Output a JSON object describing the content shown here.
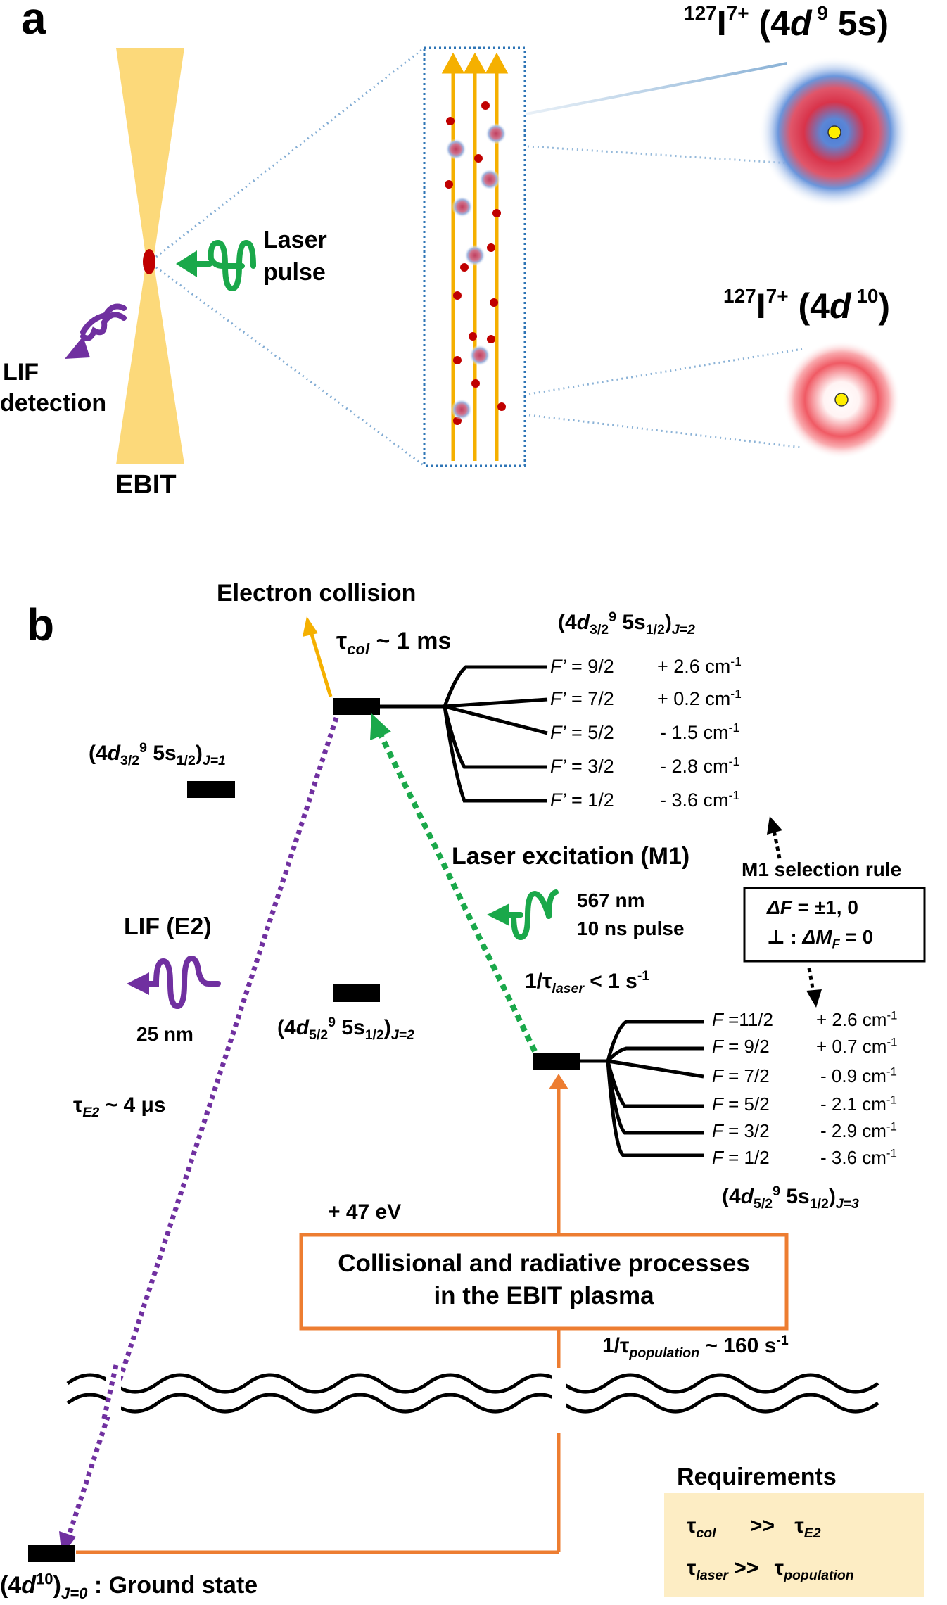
{
  "panel_a": {
    "label": "a",
    "ebit_label": "EBIT",
    "laser_label_line1": "Laser",
    "laser_label_line2": "pulse",
    "lif_label_line1": "LIF",
    "lif_label_line2": "detection",
    "ion_excited": {
      "mass": "127",
      "symbol": "I",
      "charge": "7+",
      "config_a": "(4",
      "config_d": "d",
      "config_sup": " 9",
      "config_b": " 5s)"
    },
    "ion_ground": {
      "mass": "127",
      "symbol": "I",
      "charge": "7+",
      "config_a": "(4",
      "config_d": "d",
      "config_sup": " 10",
      "config_b": ")"
    }
  },
  "panel_b": {
    "label": "b",
    "electron_collision": "Electron collision",
    "tau_col": {
      "tau": "τ",
      "sub": "col",
      "rest": " ~ 1 ms"
    },
    "upper_state": {
      "pre": "(4",
      "d": "d",
      "sub": "3/2",
      "sup": "9",
      "mid": " 5s",
      "sub2": "1/2",
      "close": ")",
      "j": "J=2"
    },
    "upper_hyperfine": [
      {
        "f_label": "F’",
        "f_value": " = 9/2",
        "shift": "+ 2.6 cm",
        "unit_sup": "-1"
      },
      {
        "f_label": "F’",
        "f_value": " = 7/2",
        "shift": "+ 0.2 cm",
        "unit_sup": "-1"
      },
      {
        "f_label": "F’",
        "f_value": " = 5/2",
        "shift": "- 1.5 cm",
        "unit_sup": "-1"
      },
      {
        "f_label": "F’",
        "f_value": " = 3/2",
        "shift": "- 2.8 cm",
        "unit_sup": "-1"
      },
      {
        "f_label": "F’",
        "f_value": " = 1/2",
        "shift": "- 3.6 cm",
        "unit_sup": "-1"
      }
    ],
    "j1_state": {
      "pre": "(4",
      "d": "d",
      "sub": "3/2",
      "sup": "9",
      "mid": " 5s",
      "sub2": "1/2",
      "close": ")",
      "j": "J=1"
    },
    "laser_excitation": "Laser excitation (M1)",
    "laser_wavelength": "567 nm",
    "laser_pulse": "10 ns pulse",
    "tau_laser": {
      "pre": "1/τ",
      "sub": "laser",
      "rest": " < 1 s",
      "sup": "-1"
    },
    "m1_rule": {
      "title": "M1 selection rule",
      "line1_var": "ΔF",
      "line1_rest": " = ±1, 0",
      "line2_pre": "⊥ : ",
      "line2_var": "ΔM",
      "line2_sub": "F",
      "line2_rest": " = 0"
    },
    "lif_e2": "LIF (E2)",
    "lif_wavelength": "25 nm",
    "tau_e2": {
      "tau": "τ",
      "sub": "E2",
      "rest": " ~ 4 μs"
    },
    "j2_state": {
      "pre": "(4",
      "d": "d",
      "sub": "5/2",
      "sup": "9",
      "mid": " 5s",
      "sub2": "1/2",
      "close": ")",
      "j": "J=2"
    },
    "lower_hyperfine": [
      {
        "f_label": "F",
        "f_value": " =11/2",
        "shift": "+ 2.6 cm",
        "unit_sup": "-1"
      },
      {
        "f_label": "F",
        "f_value": " = 9/2",
        "shift": "+ 0.7 cm",
        "unit_sup": "-1"
      },
      {
        "f_label": "F",
        "f_value": " = 7/2",
        "shift": "- 0.9 cm",
        "unit_sup": "-1"
      },
      {
        "f_label": "F",
        "f_value": " = 5/2",
        "shift": "- 2.1 cm",
        "unit_sup": "-1"
      },
      {
        "f_label": "F",
        "f_value": " = 3/2",
        "shift": "- 2.9 cm",
        "unit_sup": "-1"
      },
      {
        "f_label": "F",
        "f_value": " = 1/2",
        "shift": "- 3.6 cm",
        "unit_sup": "-1"
      }
    ],
    "lower_state": {
      "pre": "(4",
      "d": "d",
      "sub": "5/2",
      "sup": "9",
      "mid": " 5s",
      "sub2": "1/2",
      "close": ")",
      "j": "J=3"
    },
    "energy_gap": "+ 47 eV",
    "process_box_line1": "Collisional and radiative processes",
    "process_box_line2": "in the EBIT plasma",
    "tau_population": {
      "pre": "1/τ",
      "sub": "population",
      "rest": " ~ 160 s",
      "sup": "-1"
    },
    "ground_state": {
      "pre": "(4",
      "d": "d",
      "sup": "10",
      "close": ")",
      "j": "J=0",
      "rest": " : Ground state"
    },
    "requirements": {
      "title": "Requirements",
      "row1_left_tau": "τ",
      "row1_left_sub": "col",
      "row1_op": ">>",
      "row1_right_tau": "τ",
      "row1_right_sub": "E2",
      "row2_left_tau": "τ",
      "row2_left_sub": "laser",
      "row2_op": ">>",
      "row2_right_tau": "τ",
      "row2_right_sub": "population"
    }
  },
  "colors": {
    "beam": "#fcd97a",
    "ion_red": "#c00000",
    "arrow_yellow": "#f5b000",
    "laser_green": "#1aa84a",
    "lif_purple": "#7030a0",
    "orange": "#ed7d31",
    "req_bg": "#fdedc4",
    "dotted_blue": "#2e75b6"
  },
  "icons": [
    "laser-pulse-wave-icon",
    "lif-photon-wave-icon",
    "break-wave-icon"
  ]
}
